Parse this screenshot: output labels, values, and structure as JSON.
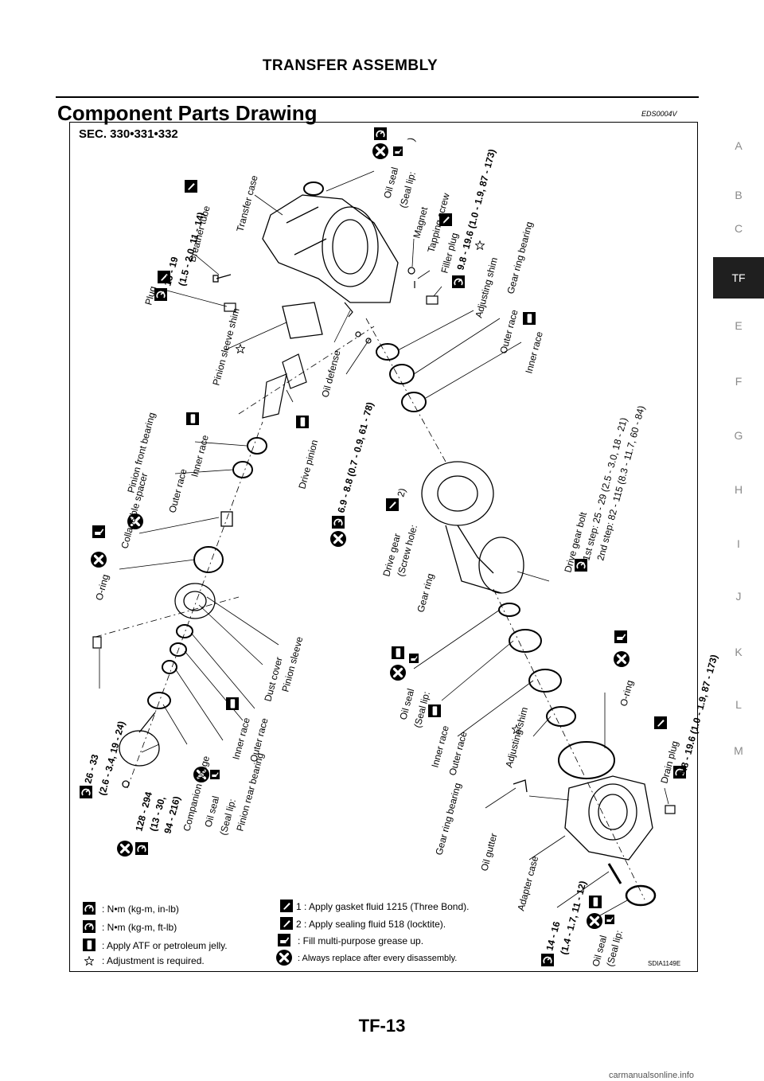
{
  "header": {
    "title": "TRANSFER ASSEMBLY"
  },
  "section": {
    "title": "Component Parts Drawing",
    "code": "EDS0004V"
  },
  "sidebar": {
    "items": [
      "A",
      "B",
      "C",
      "TF",
      "E",
      "F",
      "G",
      "H",
      "I",
      "J",
      "K",
      "L",
      "M"
    ],
    "active": "TF"
  },
  "figure": {
    "sec": "SEC. 330•331•332",
    "id": "SDIA1149E",
    "labels": {
      "oil_seal_top": "Oil seal",
      "seal_lip_top": "(Seal lip:",
      "seal_lip_top_close": ")",
      "transfer_case": "Transfer case",
      "breather_tube": "Breather tube",
      "breather_torque1": "11 - 14)",
      "breather_torque2": "(1.5 - 2.0,",
      "plug": "Plug",
      "plug_torque1": "15 - 19",
      "plug_torque2": "(1.5 - 2.0, 11 - 14)",
      "magnet": "Magnet",
      "tapping_screw": "Tapping screw",
      "filler_plug": "Filler plug",
      "filler_torque": "9.8 - 19.6 (1.0 - 1.9, 87 - 173)",
      "adjusting_shim_top": "Adjusting shim",
      "gear_ring_bearing_top": "Gear ring bearing",
      "outer_race_top": "Outer race",
      "inner_race_top": "Inner race",
      "pinion_sleeve_shim": "Pinion sleeve shim",
      "oil_defense": "Oil defense",
      "oil_defense_torque": "6.9 - 8.8 (0.7 - 0.9, 61 - 78)",
      "drive_pinion": "Drive pinion",
      "inner_race_pf": "Inner race",
      "pinion_front_bearing": "Pinion front bearing",
      "outer_race_pf": "Outer race",
      "collapsible_spacer": "Collapsible spacer",
      "o_ring_top": "O-ring",
      "drive_gear": "Drive gear",
      "screw_hole": "(Screw hole:",
      "screw_hole_close": "2)",
      "gear_ring": "Gear ring",
      "drive_gear_bolt": "Drive gear bolt",
      "step1": "1st step: 25 - 29 (2.5 - 3.0, 18 - 21)",
      "step2": "2nd step: 82 - 115 (8.3 - 11.7, 60 - 84)",
      "dust_cover": "Dust cover",
      "pinion_sleeve": "Pinion sleeve",
      "oil_seal_mid": "Oil seal",
      "seal_lip_mid": "(Seal lip:",
      "inner_race_pr": "Inner race",
      "outer_race_pr": "Outer race",
      "pinion_rear_bearing": "Pinion rear bearing",
      "companion_flange": "Companion flange",
      "oil_seal_left": "Oil seal",
      "seal_lip_left": "(Seal lip:",
      "torque_26": "26 - 33",
      "torque_26b": "(2.6 - 3.4, 19 - 24)",
      "torque_128": "128 - 294",
      "torque_128b": "(13 - 30,",
      "torque_128c": "94 - 216)",
      "oil_seal_gear": "Oil seal",
      "seal_lip_gear": "(Seal lip:",
      "inner_race_gr": "Inner race",
      "outer_race_gr": "Outer race",
      "gear_ring_bearing_bot": "Gear ring bearing",
      "adjusting_shim_bot": "Adjusting shim",
      "o_ring_bot": "O-ring",
      "oil_gutter": "Oil gutter",
      "drain_plug": "Drain plug",
      "drain_torque": "9.8 - 19.6 (1.0 - 1.9, 87 - 173)",
      "adapter_case": "Adapter case",
      "torque_14": "14 - 16",
      "torque_14b": "(1.4 - 1.7, 11 - 12)",
      "oil_seal_bot": "Oil seal",
      "seal_lip_bot": "(Seal lip:"
    },
    "legend": {
      "nm_kgm_inlb": ": N•m (kg-m, in-lb)",
      "nm_kgm_ftlb": ": N•m (kg-m, ft-lb)",
      "atf": ": Apply ATF or petroleum jelly.",
      "adjust": ": Adjustment is required.",
      "gasket": "1 : Apply gasket fluid 1215 (Three Bond).",
      "sealing": "2 : Apply sealing fluid 518 (locktite).",
      "grease": ": Fill multi-purpose grease up.",
      "replace": ": Always replace after every disassembly."
    }
  },
  "footer": {
    "page": "TF-13"
  },
  "watermark": "carmanualsonline.info"
}
